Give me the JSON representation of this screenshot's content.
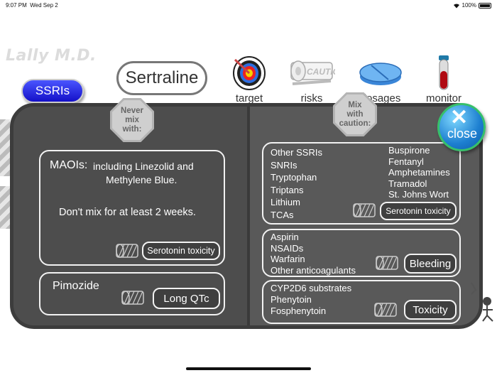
{
  "status_bar": {
    "time": "9:07 PM",
    "date": "Wed Sep 2",
    "battery": "100%"
  },
  "app": {
    "logo": "Lally M.D.",
    "class_button": "SSRIs",
    "drug_name": "Sertraline"
  },
  "top_icons": [
    {
      "label": "target",
      "icon": "target-icon"
    },
    {
      "label": "risks",
      "icon": "caution-tape-icon"
    },
    {
      "label": "dosages",
      "icon": "pill-icon"
    },
    {
      "label": "monitor",
      "icon": "test-tube-icon"
    }
  ],
  "never_mix": {
    "sign": [
      "Never",
      "mix",
      "with:"
    ],
    "maoi": {
      "title": "MAOIs:",
      "line1": "including Linezolid and",
      "line2": "Methylene Blue.",
      "note": "Don't mix for at least 2 weeks.",
      "tag": "Serotonin toxicity"
    },
    "pimozide": {
      "title": "Pimozide",
      "tag": "Long QTc"
    }
  },
  "mix_caution": {
    "sign": [
      "Mix",
      "with",
      "caution:"
    ],
    "serotonin": {
      "left": [
        "Other SSRIs",
        "SNRIs",
        "Tryptophan",
        "Triptans",
        "Lithium",
        "TCAs"
      ],
      "right": [
        "Buspirone",
        "Fentanyl",
        "Amphetamines",
        "Tramadol",
        "St. Johns Wort"
      ],
      "tag": "Serotonin toxicity"
    },
    "bleeding": {
      "items": [
        "Aspirin",
        "NSAIDs",
        "Warfarin",
        "Other anticoagulants"
      ],
      "tag": "Bleeding"
    },
    "toxicity": {
      "items": [
        "CYP2D6 substrates",
        "Phenytoin",
        "Fosphenytoin"
      ],
      "tag": "Toxicity"
    }
  },
  "close_label": "close",
  "colors": {
    "ssri_button": "#2a2ae6",
    "panel": "#4a4a4a",
    "close_ring": "#37c06b"
  }
}
